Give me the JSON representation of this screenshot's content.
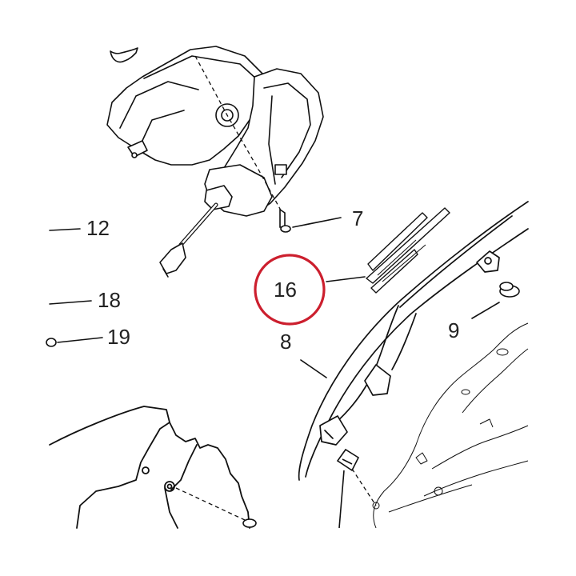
{
  "diagram": {
    "highlight_color": "#cc1f2e",
    "line_color": "#111111",
    "callouts": {
      "c7": "7",
      "c8": "8",
      "c9": "9",
      "c12": "12",
      "c16": "16",
      "c18": "18",
      "c19": "19"
    },
    "highlighted_callout": "16"
  }
}
